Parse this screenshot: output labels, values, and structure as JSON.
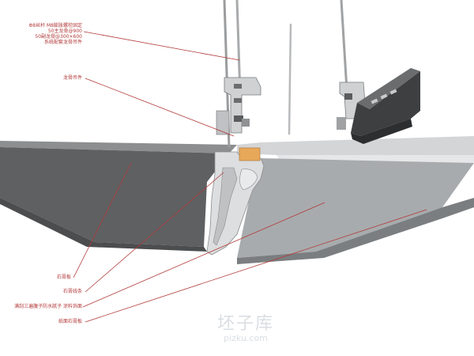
{
  "annotations": {
    "top_block": [
      "Φ8丝杆 M8膨胀螺栓固定",
      "50主龙骨@900",
      "50副龙骨@300×600",
      "系统配套龙骨吊件"
    ],
    "connector": "龙骨吊件",
    "ceiling_board": "石膏板",
    "plaster_line": "石膏线条",
    "paint_finish": "满刮三遍腹子防水腻子 涂料饰面",
    "surface_board": "纸面石膏板"
  },
  "watermark": {
    "main": "坯子库",
    "sub": "pizku.com"
  },
  "colors": {
    "leader": "#b23a3a",
    "slab_dark": "#5a5c5e",
    "slab_mid": "#7d8083",
    "plane_light": "#c7c9cb",
    "block_orange": "#e8a85a",
    "channel_dark": "#3a3c3e"
  }
}
